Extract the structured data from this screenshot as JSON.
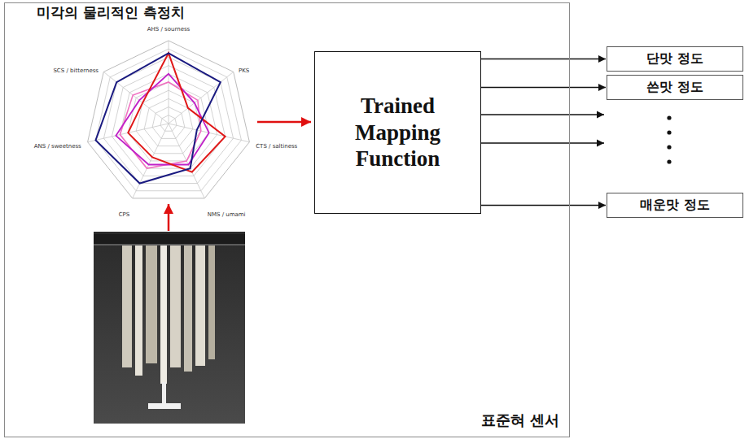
{
  "diagram": {
    "nodes": [
      {
        "text": [
          "표준혀 센서"
        ]
      },
      {
        "text": [
          "Trained Mapping Function"
        ],
        "in": 0
      },
      {
        "text": [
          "단맛 정도"
        ]
      },
      {
        "text": [
          "쓴맛 정도"
        ]
      },
      {
        "text": [
          "매운맛 정도"
        ]
      }
    ],
    "edges": [
      {
        "from": 1,
        "to": 2,
        "arrow": "to"
      },
      {
        "from": 1,
        "to": 3,
        "arrow": "to"
      },
      {
        "from": 1,
        "to": 4,
        "arrow": "to"
      }
    ],
    "labels": [
      "미각의 물리적인 측정치",
      "AHS / sourness",
      "PKS",
      "CTS / saltiness",
      "NMS / umami",
      "CPS",
      "ANS / sweetness",
      "SCS / bitterness"
    ]
  }
}
